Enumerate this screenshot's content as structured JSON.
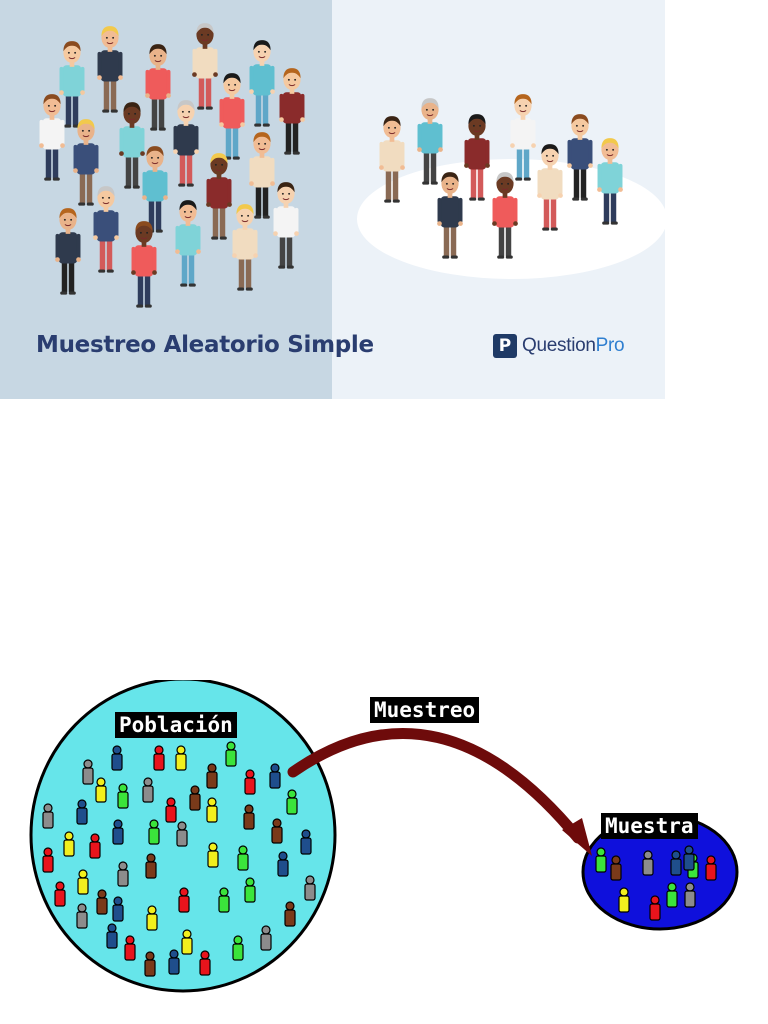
{
  "banner": {
    "title": "Muestreo Aleatorio Simple",
    "logo": {
      "icon_glyph": "P",
      "brand_part1": "Question",
      "brand_part2": "Pro"
    },
    "colors": {
      "left_bg": "#c7d7e3",
      "right_bg": "#ecf2f8",
      "title": "#2a3d70",
      "logo_accent": "#2f7fd0"
    }
  },
  "diagram": {
    "population_label": "Población",
    "arrow_label": "Muestreo",
    "sample_label": "Muestra",
    "colors": {
      "population_fill": "#66e5ea",
      "sample_fill": "#0f10dc",
      "arrow": "#6e0b0b",
      "person_palette": [
        "#1f4e8c",
        "#e8141c",
        "#f2ef1e",
        "#3be43b",
        "#8c8c8c",
        "#7a3a1a"
      ]
    }
  }
}
